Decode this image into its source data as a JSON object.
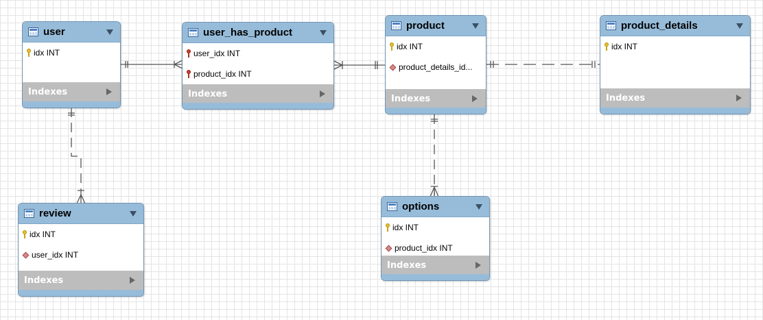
{
  "diagram": {
    "tables": {
      "user": {
        "name": "user",
        "columns": [
          {
            "name": "idx INT",
            "key": "primary-key"
          }
        ],
        "indexes_label": "Indexes"
      },
      "user_has_product": {
        "name": "user_has_product",
        "columns": [
          {
            "name": "user_idx INT",
            "key": "primary-foreign-key"
          },
          {
            "name": "product_idx INT",
            "key": "primary-foreign-key"
          }
        ],
        "indexes_label": "Indexes"
      },
      "product": {
        "name": "product",
        "columns": [
          {
            "name": "idx INT",
            "key": "primary-key"
          },
          {
            "name": "product_details_id...",
            "key": "foreign-key"
          }
        ],
        "indexes_label": "Indexes"
      },
      "product_details": {
        "name": "product_details",
        "columns": [
          {
            "name": "idx INT",
            "key": "primary-key"
          }
        ],
        "indexes_label": "Indexes"
      },
      "review": {
        "name": "review",
        "columns": [
          {
            "name": "idx INT",
            "key": "primary-key"
          },
          {
            "name": "user_idx INT",
            "key": "foreign-key"
          }
        ],
        "indexes_label": "Indexes"
      },
      "options": {
        "name": "options",
        "columns": [
          {
            "name": "idx INT",
            "key": "primary-key"
          },
          {
            "name": "product_idx INT",
            "key": "foreign-key"
          }
        ],
        "indexes_label": "Indexes"
      }
    },
    "relationships": [
      {
        "from": "user",
        "to": "user_has_product",
        "type": "one-to-many",
        "identifying": true
      },
      {
        "from": "product",
        "to": "user_has_product",
        "type": "one-to-many",
        "identifying": true
      },
      {
        "from": "product_details",
        "to": "product",
        "type": "one-to-one",
        "identifying": false
      },
      {
        "from": "user",
        "to": "review",
        "type": "one-to-many",
        "identifying": false
      },
      {
        "from": "product",
        "to": "options",
        "type": "one-to-many",
        "identifying": false
      }
    ],
    "colors": {
      "header": "#97bcd9",
      "border": "#6f93b4",
      "indexes_bar": "#bdbdbd",
      "grid": "#e4e4e4",
      "connector": "#555555"
    }
  }
}
